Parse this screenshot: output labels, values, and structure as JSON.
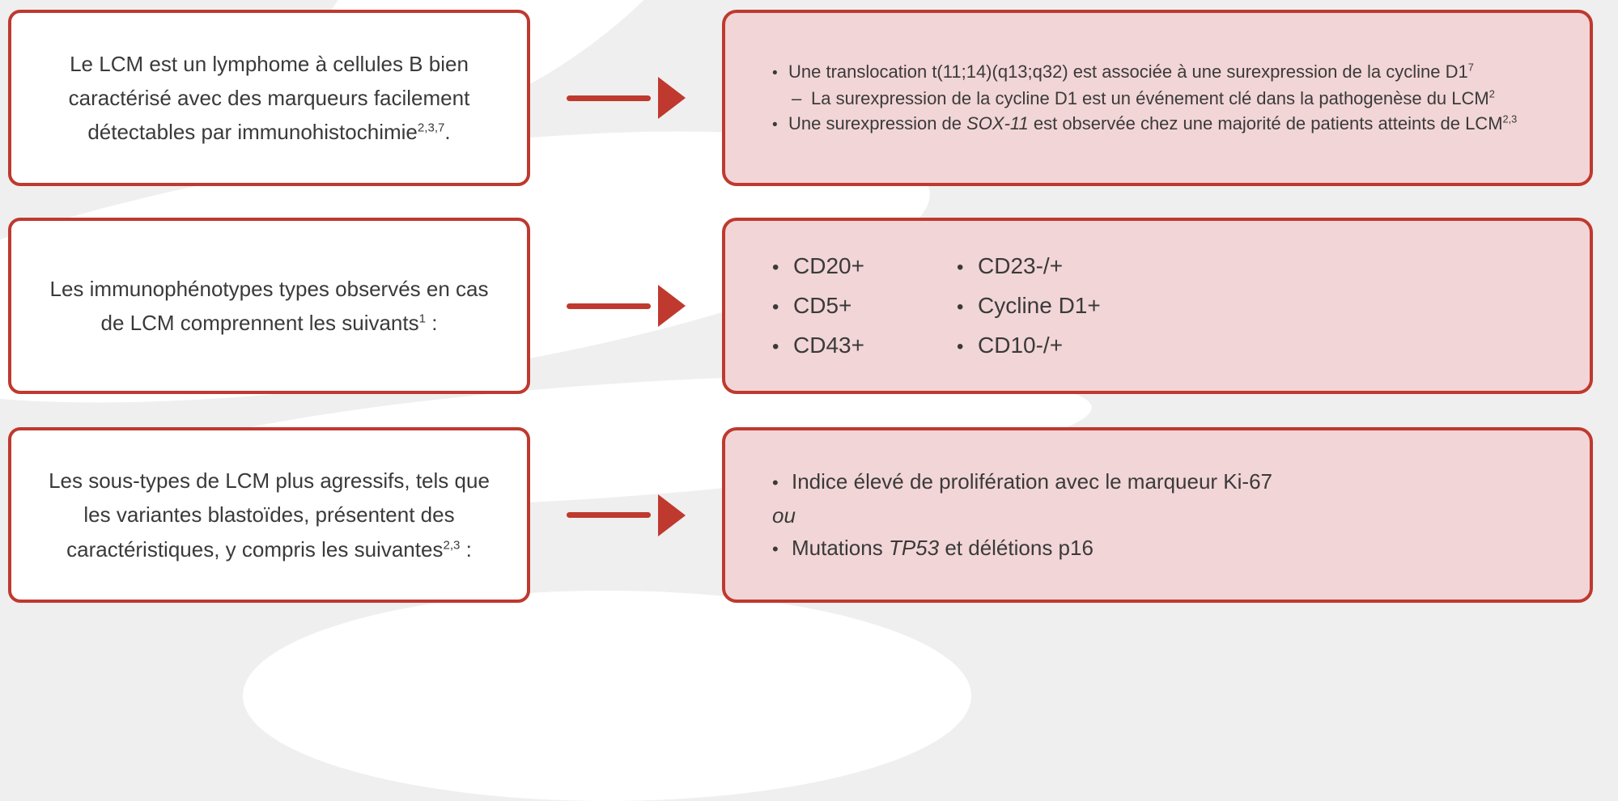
{
  "colors": {
    "bg": "#efefef",
    "swoosh": "#ffffff",
    "accent": "#bf392e",
    "pink": "#f2d5d6",
    "boxbg": "#ffffff",
    "text": "#3a3a3a"
  },
  "rows": [
    {
      "source": {
        "segments": [
          {
            "t": "Le LCM est un lymphome à cellules B bien caractérisé avec des marqueurs facilement détectables par immunohistochimie"
          },
          {
            "t": "2,3,7",
            "sup": true
          },
          {
            "t": "."
          }
        ]
      },
      "result": {
        "type": "bullets",
        "items": [
          {
            "level": 1,
            "marker": "•",
            "segments": [
              {
                "t": "Une translocation t(11;14)(q13;q32) est associée à une surexpression de la cycline D1"
              },
              {
                "t": "7",
                "sup": true
              }
            ]
          },
          {
            "level": 2,
            "marker": "–",
            "segments": [
              {
                "t": "La surexpression de la cycline D1 est un événement clé dans la pathogenèse du LCM"
              },
              {
                "t": "2",
                "sup": true
              }
            ]
          },
          {
            "level": 1,
            "marker": "•",
            "segments": [
              {
                "t": "Une surexpression de "
              },
              {
                "t": "SOX-11",
                "it": true
              },
              {
                "t": " est observée chez une majorité de patients atteints de LCM"
              },
              {
                "t": "2,3",
                "sup": true
              }
            ]
          }
        ]
      }
    },
    {
      "source": {
        "segments": [
          {
            "t": "Les immunophénotypes types observés en cas de LCM comprennent les suivants"
          },
          {
            "t": "1",
            "sup": true
          },
          {
            "t": " :"
          }
        ]
      },
      "result": {
        "type": "columns",
        "columns": [
          {
            "items": [
              {
                "level": 1,
                "marker": "•",
                "segments": [
                  {
                    "t": "CD20+"
                  }
                ]
              },
              {
                "level": 1,
                "marker": "•",
                "segments": [
                  {
                    "t": "CD5+"
                  }
                ]
              },
              {
                "level": 1,
                "marker": "•",
                "segments": [
                  {
                    "t": "CD43+"
                  }
                ]
              }
            ]
          },
          {
            "items": [
              {
                "level": 1,
                "marker": "•",
                "segments": [
                  {
                    "t": "CD23-/+"
                  }
                ]
              },
              {
                "level": 1,
                "marker": "•",
                "segments": [
                  {
                    "t": "Cycline D1+"
                  }
                ]
              },
              {
                "level": 1,
                "marker": "•",
                "segments": [
                  {
                    "t": "CD10-/+"
                  }
                ]
              }
            ]
          }
        ]
      }
    },
    {
      "source": {
        "segments": [
          {
            "t": "Les sous-types de LCM plus agressifs, tels que les variantes blastoïdes, présentent des caractéristiques, y compris les suivantes"
          },
          {
            "t": "2,3",
            "sup": true
          },
          {
            "t": " :"
          }
        ]
      },
      "result": {
        "type": "bullets",
        "items": [
          {
            "level": 1,
            "marker": "•",
            "segments": [
              {
                "t": "Indice élevé de prolifération avec le marqueur Ki-67"
              }
            ]
          },
          {
            "level": 0,
            "marker": "",
            "segments": [
              {
                "t": "ou",
                "it": true
              }
            ]
          },
          {
            "level": 1,
            "marker": "•",
            "segments": [
              {
                "t": "Mutations "
              },
              {
                "t": "TP53",
                "it": true
              },
              {
                "t": " et délétions p16"
              }
            ]
          }
        ]
      }
    }
  ]
}
